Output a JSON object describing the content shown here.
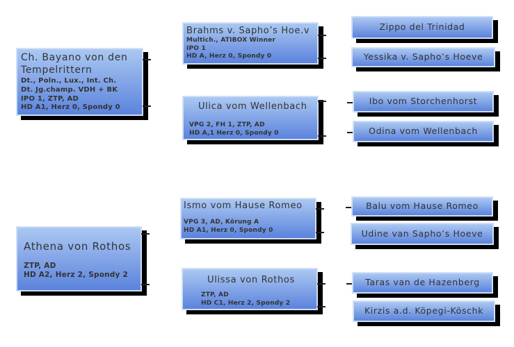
{
  "theme": {
    "box_gradient_top": "#abc8f2",
    "box_gradient_bottom": "#5b83dc",
    "box_border": "#cfdff7",
    "box_shadow": "#000000",
    "text_color": "#333333",
    "page_background": "#ffffff"
  },
  "pedigree": {
    "gen1": [
      {
        "title": "Ch. Bayano von den Tempelrittern",
        "details": [
          "Dt., Poln., Lux., Int. Ch.",
          "Dt. Jg.champ. VDH + BK",
          "IPO 1, ZTP, AD",
          "HD A1, Herz 0, Spondy 0"
        ]
      },
      {
        "title": "Athena von Rothos",
        "details": [
          "ZTP, AD",
          "HD A2, Herz 2, Spondy 2"
        ]
      }
    ],
    "gen2": [
      {
        "title": "Brahms v. Sapho’s Hoe.v",
        "details": [
          "Multich., ATIBOX Winner",
          "IPO 1",
          "HD A, Herz 0, Spondy 0"
        ]
      },
      {
        "title": "Ulica vom Wellenbach",
        "details": [
          "VPG 2, FH 1, ZTP, AD",
          "HD A,1 Herz 0, Spondy 0"
        ]
      },
      {
        "title": "Ismo vom Hause Romeo",
        "details": [
          "VPG 3, AD, Körung A",
          "HD A1, Herz 0, Spondy 0"
        ]
      },
      {
        "title": "Ulissa von Rothos",
        "details": [
          "ZTP, AD",
          "HD C1, Herz 2, Spondy 2"
        ]
      }
    ],
    "gen3": [
      {
        "title": "Zippo del Trinidad"
      },
      {
        "title": "Yessika v. Sapho’s Hoeve"
      },
      {
        "title": "Ibo vom Storchenhorst"
      },
      {
        "title": "Odina vom Wellenbach"
      },
      {
        "title": "Balu vom Hause Romeo"
      },
      {
        "title": "Udine van Sapho’s Hoeve"
      },
      {
        "title": "Taras van de Hazenberg"
      },
      {
        "title": "Kirzis a.d. Köpegi-Köschk"
      }
    ]
  }
}
